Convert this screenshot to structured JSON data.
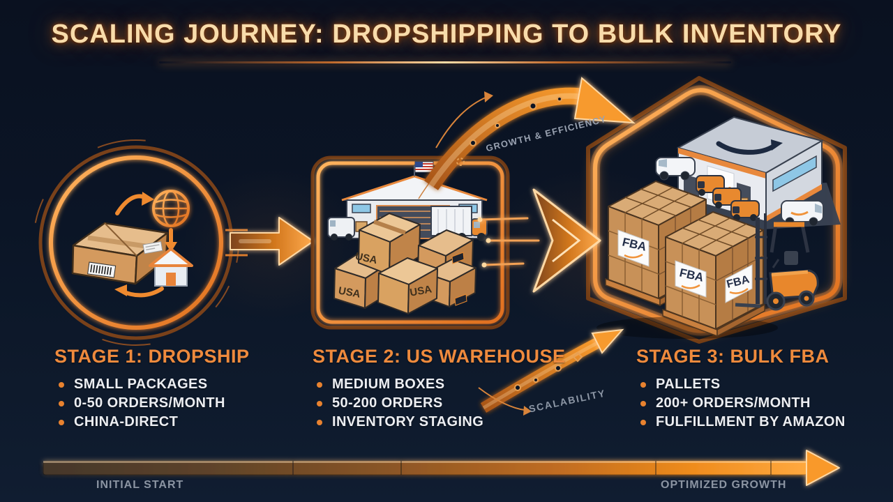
{
  "title": "SCALING JOURNEY: DROPSHIPPING TO BULK INVENTORY",
  "flow": {
    "growth_label": "GROWTH & EFFICIENCY",
    "scalability_label": "SCALABILITY"
  },
  "stages": [
    {
      "heading": "STAGE 1: DROPSHIP",
      "bullets": [
        "SMALL PACKAGES",
        "0-50 ORDERS/MONTH",
        "CHINA-DIRECT"
      ],
      "icons": [
        "package-box",
        "globe",
        "house",
        "cycle-arrows"
      ]
    },
    {
      "heading": "STAGE 2: US WAREHOUSE",
      "bullets": [
        "MEDIUM BOXES",
        "50-200 ORDERS",
        "INVENTORY STAGING"
      ],
      "box_label": "USA",
      "icons": [
        "us-warehouse",
        "flag-usa",
        "delivery-trucks",
        "carton-boxes"
      ]
    },
    {
      "heading": "STAGE 3: BULK FBA",
      "bullets": [
        "PALLETS",
        "200+ ORDERS/MONTH",
        "FULFILLMENT BY AMAZON"
      ],
      "pallet_label": "FBA",
      "icons": [
        "amazon-warehouse",
        "fba-pallets",
        "forklift",
        "delivery-vans"
      ]
    }
  ],
  "timeline": {
    "start_label": "INITIAL START",
    "end_label": "OPTIMIZED GROWTH"
  },
  "colors": {
    "background": "#0b1424",
    "accent": "#f5921e",
    "accent_bright": "#ffc46a",
    "stage_heading": "#ee8a3d",
    "body_text": "#eceef2",
    "muted_label": "#8d97a6",
    "title_text": "#f8dcab"
  }
}
